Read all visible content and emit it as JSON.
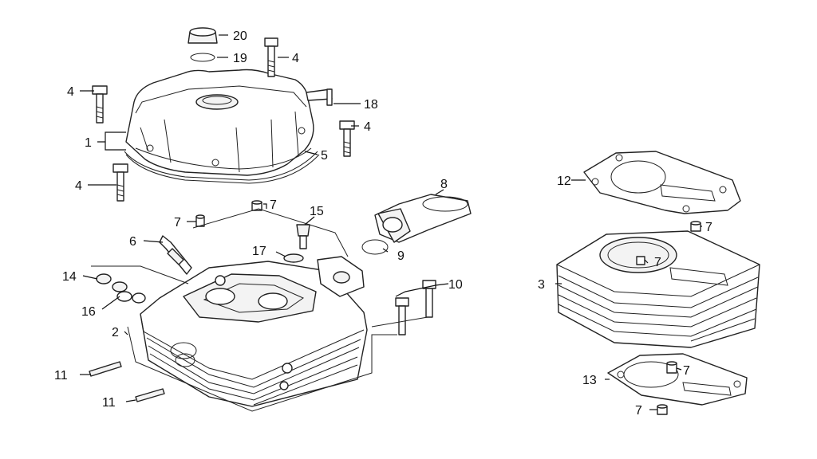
{
  "diagram": {
    "callouts": {
      "c1": "1",
      "c2": "2",
      "c3": "3",
      "c4a": "4",
      "c4b": "4",
      "c4c": "4",
      "c4d": "4",
      "c5": "5",
      "c6": "6",
      "c7a": "7",
      "c7b": "7",
      "c7c": "7",
      "c7d": "7",
      "c7e": "7",
      "c7f": "7",
      "c8": "8",
      "c9": "9",
      "c10": "10",
      "c11a": "11",
      "c11b": "11",
      "c12": "12",
      "c13": "13",
      "c14": "14",
      "c15": "15",
      "c16": "16",
      "c17": "17",
      "c18": "18",
      "c19": "19",
      "c20": "20"
    }
  }
}
